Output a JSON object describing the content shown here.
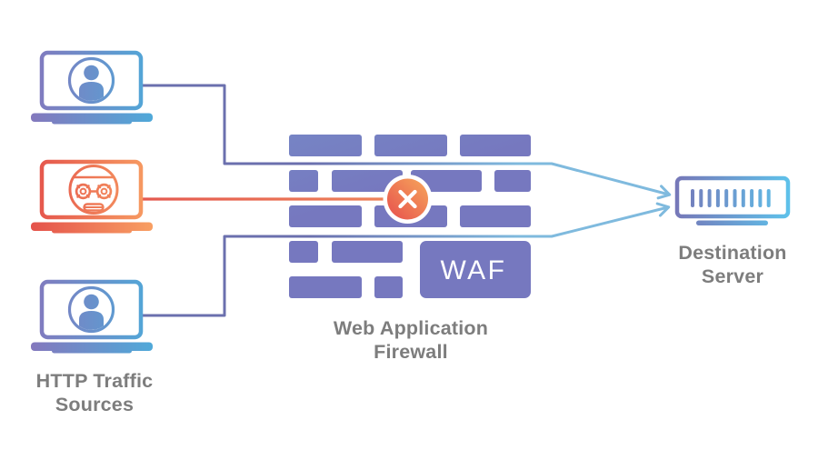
{
  "diagram": {
    "labels": {
      "http_sources": {
        "line1": "HTTP Traffic",
        "line2": "Sources"
      },
      "waf": {
        "line1": "Web Application",
        "line2": "Firewall",
        "block_text": "WAF"
      },
      "destination": {
        "line1": "Destination",
        "line2": "Server"
      }
    },
    "icons": {
      "top_source": "laptop-user-icon",
      "middle_source": "laptop-bot-icon",
      "bottom_source": "laptop-user-icon",
      "firewall": "brick-wall-icon",
      "blocked_request": "blocked-x-icon",
      "destination": "server-icon",
      "allowed_traffic": "arrow-right-icon"
    },
    "colors": {
      "background": "#ffffff",
      "label_gray": "#7d7d7d",
      "line_purple": "#6b70ae",
      "line_blue": "#7fbade",
      "bot_line_start": "#e4584f",
      "bot_line_end": "#ee8559",
      "brick_top": "#7591ca",
      "brick_bottom": "#7678bf",
      "x_circle_start": "#e8574e",
      "x_circle_end": "#f5a05a",
      "x_glyph": "#ffffff",
      "laptop_user_start": "#8478bd",
      "laptop_user_end": "#4fa9d9",
      "laptop_bot_start": "#e4524b",
      "laptop_bot_end": "#f89f63",
      "server_start": "#7678b8",
      "server_end": "#5ec1ea",
      "waf_text": "#ffffff"
    }
  }
}
